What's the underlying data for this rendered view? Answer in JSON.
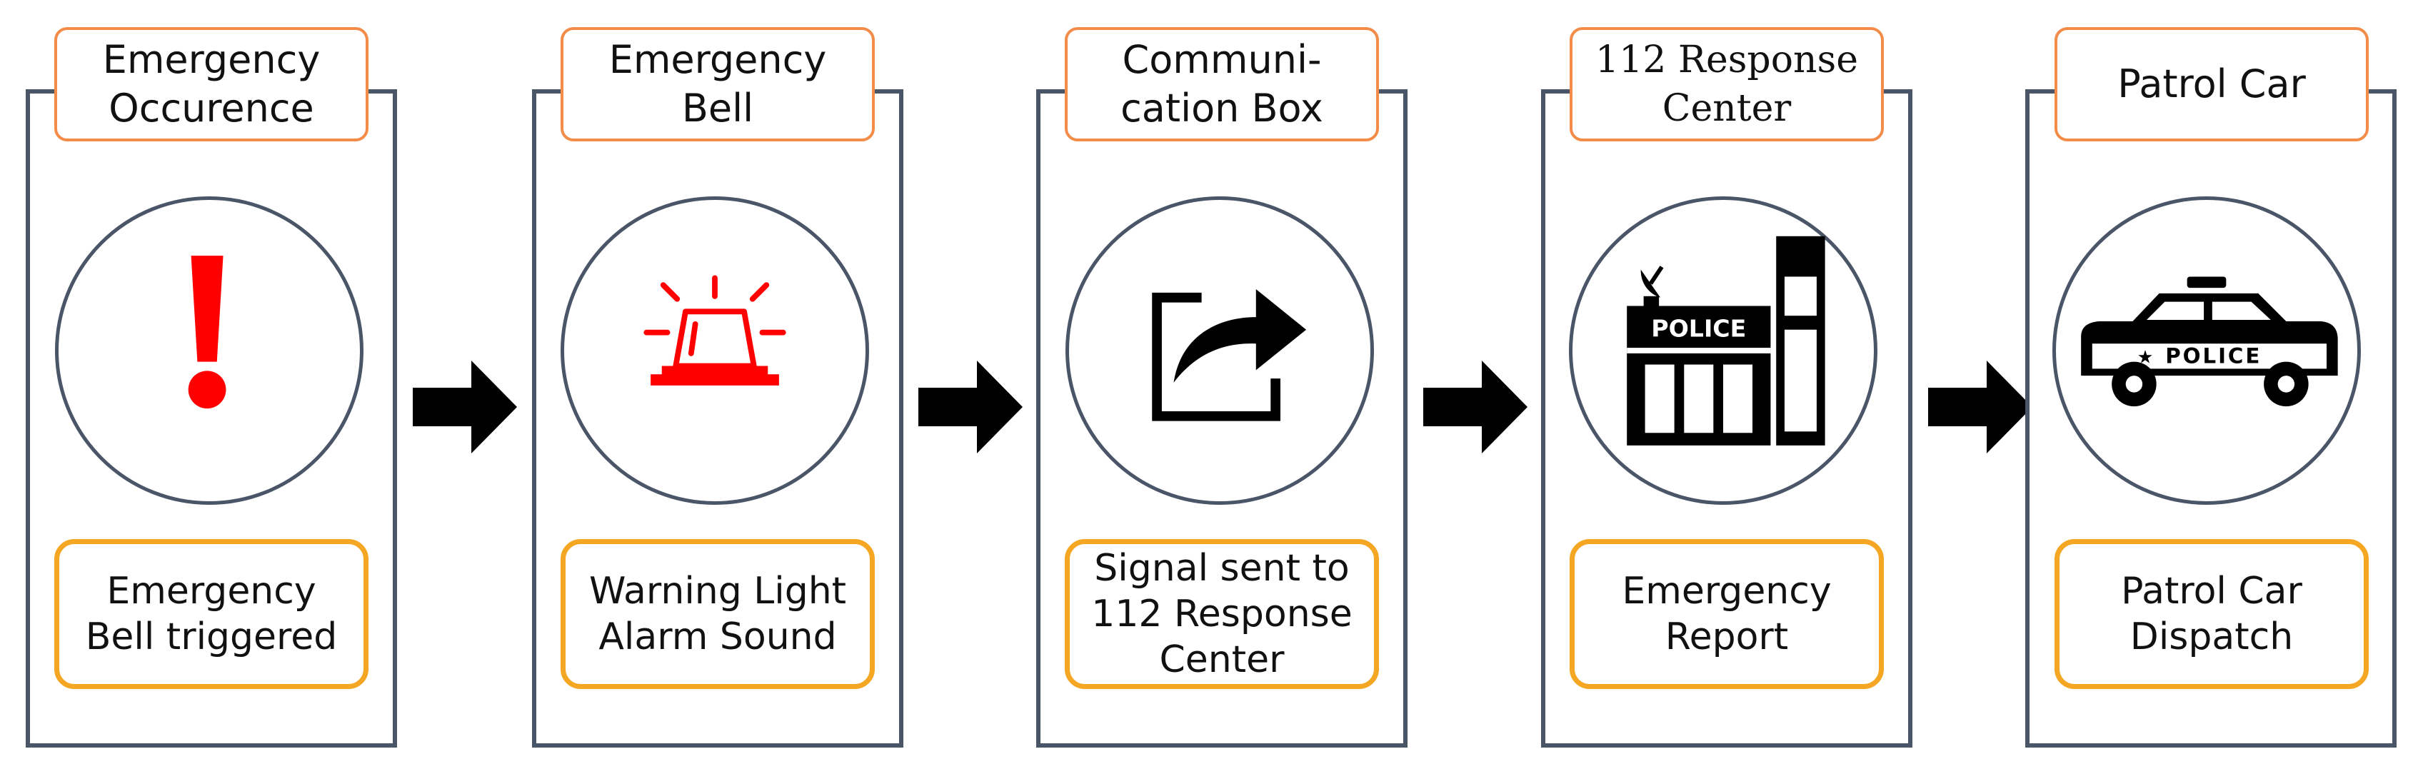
{
  "steps": [
    {
      "title": "Emergency\nOccurence",
      "icon": "exclamation-icon",
      "description": "Emergency\nBell triggered"
    },
    {
      "title": "Emergency\nBell",
      "icon": "siren-icon",
      "description": "Warning Light\nAlarm Sound"
    },
    {
      "title": "Communi-\ncation Box",
      "icon": "share-arrow-icon",
      "description": "Signal sent to\n112 Response\nCenter"
    },
    {
      "title": "112 Response\nCenter",
      "icon": "police-station-icon",
      "description": "Emergency\nReport"
    },
    {
      "title": "Patrol Car",
      "icon": "police-car-icon",
      "description": "Patrol Car\nDispatch"
    }
  ],
  "icon_labels": {
    "station_sign": "POLICE",
    "car_sign": "POLICE"
  },
  "colors": {
    "panel_border": "#4a5568",
    "title_border": "#f28c48",
    "desc_border": "#f5a623",
    "alert_red": "#ff0000",
    "icon_black": "#000000"
  }
}
